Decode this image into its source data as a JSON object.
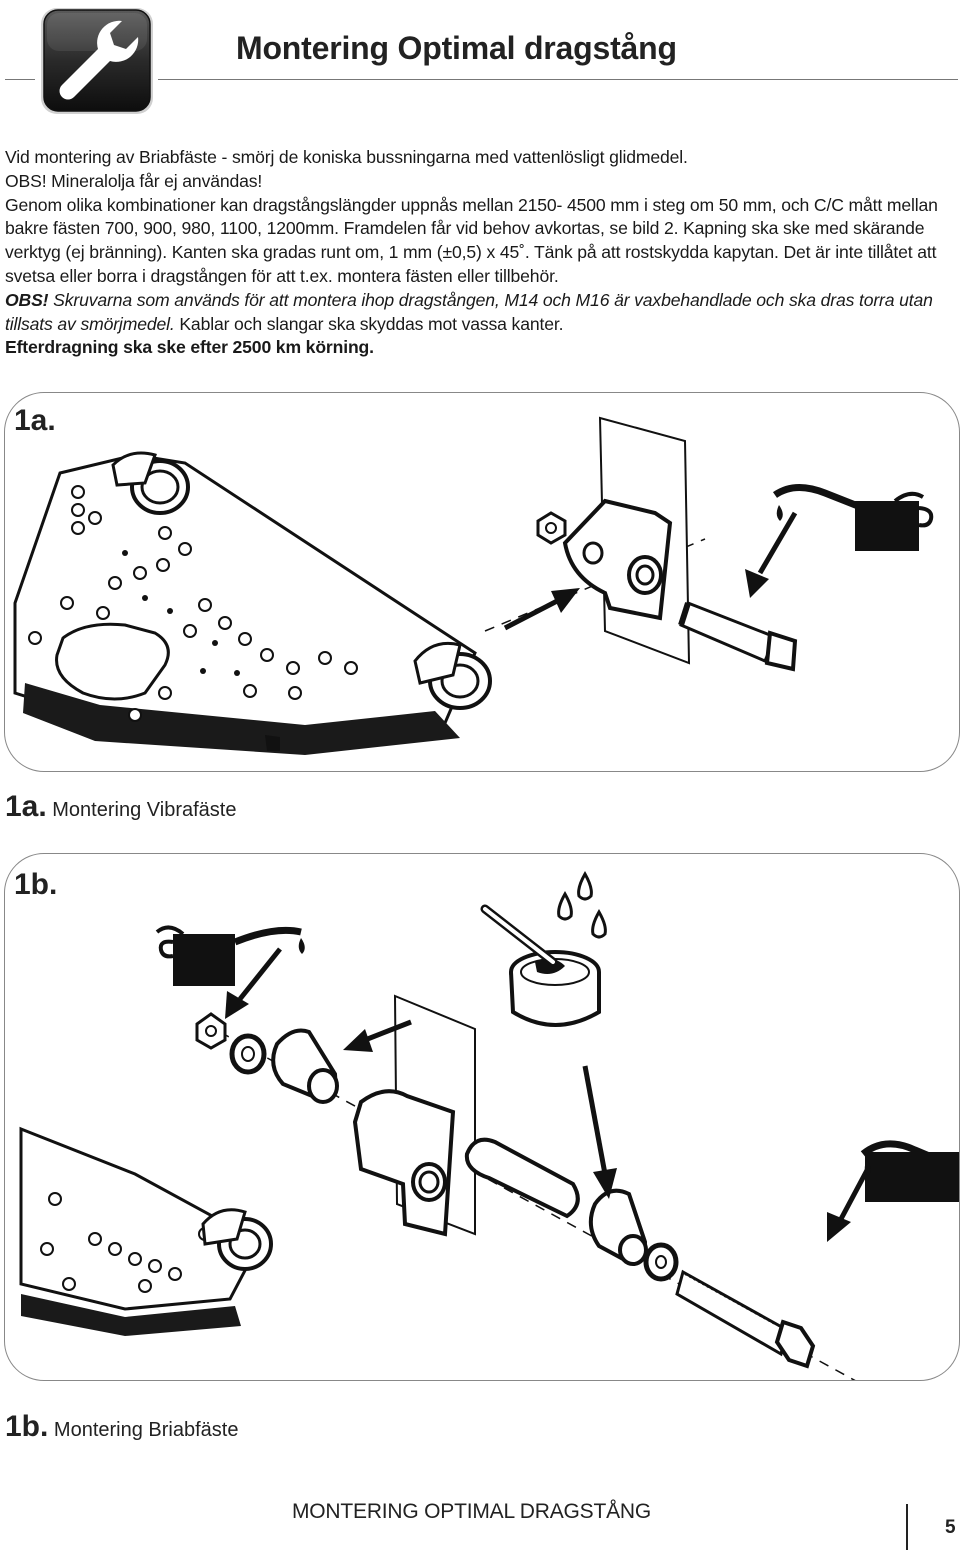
{
  "header": {
    "icon": "wrench-icon",
    "title": "Montering Optimal dragstång"
  },
  "intro": {
    "line1": "Vid montering av Briabfäste - smörj de koniska bussningarna med vattenlösligt glidmedel.",
    "line2": "OBS! Mineralolja får ej användas!",
    "line3": "Genom olika kombinationer kan dragstångslängder uppnås mellan 2150- 4500 mm i steg om 50 mm, och C/C mått mellan bakre fästen 700, 900, 980, 1100, 1200mm. Framdelen får vid behov avkortas, se bild 2. Kapning ska ske med skärande verktyg (ej bränning). Kanten ska gradas runt om, 1 mm (±0,5) x 45˚. Tänk på att rostskydda kapytan. Det är inte tillåtet att svetsa eller borra i dragstången för att t.ex. montera fästen eller tillbehör.",
    "obs2_label": "OBS!",
    "obs2_italic": " Skruvarna som används för att montera ihop dragstången, M14 och M16 är vaxbehandlade och ska dras torra utan tillsats av smörjmedel.",
    "obs2_rest": " Kablar och slangar ska skyddas mot vassa kanter.",
    "final": "Efterdragning ska ske efter 2500 km körning."
  },
  "figures": {
    "fig1a": {
      "label": "1a.",
      "caption_num": "1a.",
      "caption_text": " Montering Vibrafäste",
      "icons": [
        "drawbar-plate-icon",
        "bracket-icon",
        "bolt-icon",
        "nut-icon",
        "oil-can-icon",
        "arrow-icon"
      ]
    },
    "fig1b": {
      "label": "1b.",
      "caption_num": "1b.",
      "caption_text": " Montering Briabfäste",
      "icons": [
        "drawbar-plate-icon",
        "bracket-icon",
        "bushing-icon",
        "bolt-icon",
        "nut-icon",
        "washer-icon",
        "oil-can-icon",
        "grease-tin-icon",
        "droplet-icon",
        "arrow-icon"
      ]
    }
  },
  "footer": {
    "title": "MONTERING OPTIMAL DRAGSTÅNG",
    "page_number": "5"
  }
}
